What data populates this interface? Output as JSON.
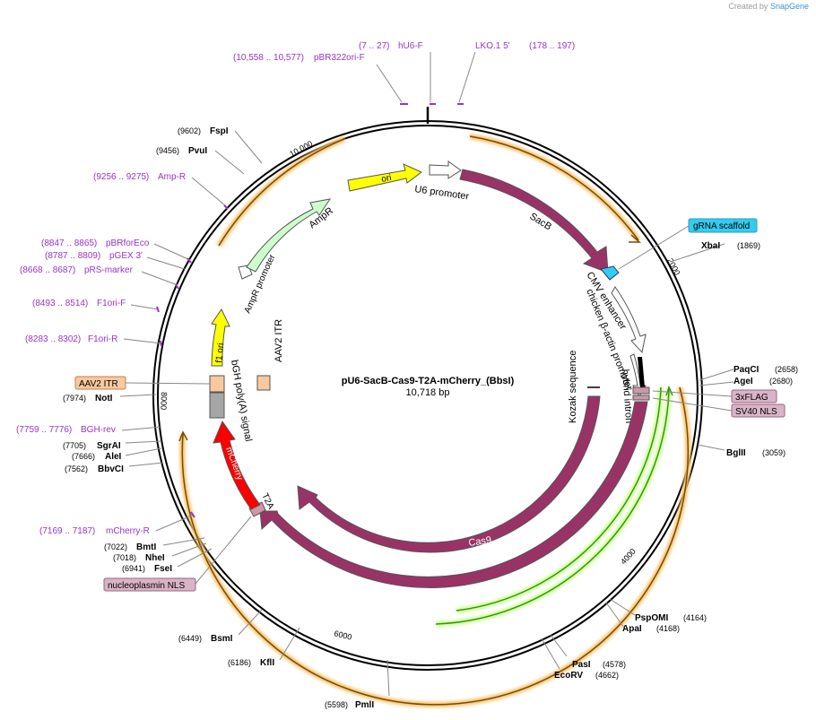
{
  "credit": {
    "prefix": "Created by",
    "brand": "SnapGene"
  },
  "plasmid": {
    "name": "pU6-SacB-Cas9-T2A-mCherry_(BbsI)",
    "size_label": "10,718 bp",
    "length": 10718
  },
  "ruler": [
    {
      "pos": 2000,
      "label": "2000"
    },
    {
      "pos": 4000,
      "label": "4000"
    },
    {
      "pos": 6000,
      "label": "6000"
    },
    {
      "pos": 8000,
      "label": "8000"
    },
    {
      "pos": 10000,
      "label": "10,000"
    }
  ],
  "sites": [
    {
      "name": "XbaI",
      "pos": "(1869)",
      "side": "right"
    },
    {
      "name": "PaqCI",
      "pos": "(2658)",
      "side": "right"
    },
    {
      "name": "AgeI",
      "pos": "(2680)",
      "side": "right"
    },
    {
      "name": "BglII",
      "pos": "(3059)",
      "side": "right"
    },
    {
      "name": "PspOMI",
      "pos": "(4164)",
      "side": "right"
    },
    {
      "name": "ApaI",
      "pos": "(4168)",
      "side": "right"
    },
    {
      "name": "PasI",
      "pos": "(4578)",
      "side": "right"
    },
    {
      "name": "EcoRV",
      "pos": "(4662)",
      "side": "right"
    },
    {
      "name": "PmlI",
      "pos": "(5598)",
      "side": "left"
    },
    {
      "name": "KflI",
      "pos": "(6186)",
      "side": "left"
    },
    {
      "name": "BsmI",
      "pos": "(6449)",
      "side": "left"
    },
    {
      "name": "FseI",
      "pos": "(6941)",
      "side": "left"
    },
    {
      "name": "NheI",
      "pos": "(7018)",
      "side": "left"
    },
    {
      "name": "BmtI",
      "pos": "(7022)",
      "side": "left"
    },
    {
      "name": "BbvCI",
      "pos": "(7562)",
      "side": "left"
    },
    {
      "name": "AleI",
      "pos": "(7666)",
      "side": "left"
    },
    {
      "name": "SgrAI",
      "pos": "(7705)",
      "side": "left"
    },
    {
      "name": "NotI",
      "pos": "(7974)",
      "side": "left"
    },
    {
      "name": "PvuI",
      "pos": "(9456)",
      "side": "left"
    },
    {
      "name": "FspI",
      "pos": "(9602)",
      "side": "left"
    }
  ],
  "primers": [
    {
      "name": "hU6-F",
      "range": "(7 .. 27)"
    },
    {
      "name": "LKO.1 5'",
      "range": "(178 .. 197)"
    },
    {
      "name": "pBR322ori-F",
      "range": "(10,558 .. 10,577)"
    },
    {
      "name": "Amp-R",
      "range": "(9256 .. 9275)"
    },
    {
      "name": "pBRforEco",
      "range": "(8847 .. 8865)"
    },
    {
      "name": "pGEX 3'",
      "range": "(8787 .. 8809)"
    },
    {
      "name": "pRS-marker",
      "range": "(8668 .. 8687)"
    },
    {
      "name": "F1ori-F",
      "range": "(8493 .. 8514)"
    },
    {
      "name": "F1ori-R",
      "range": "(8283 .. 8302)"
    },
    {
      "name": "BGH-rev",
      "range": "(7759 .. 7776)"
    },
    {
      "name": "mCherry-R",
      "range": "(7169 .. 7187)"
    }
  ],
  "boxed_features": [
    {
      "name": "gRNA scaffold",
      "color": "#33ccee"
    },
    {
      "name": "3xFLAG",
      "color": "#d9b3c6"
    },
    {
      "name": "SV40 NLS",
      "color": "#d9b3c6"
    },
    {
      "name": "AAV2 ITR",
      "color": "#f9c89f"
    },
    {
      "name": "nucleoplasmin NLS",
      "color": "#d9b3c6"
    }
  ],
  "features": [
    {
      "name": "ori",
      "color": "#ffff00"
    },
    {
      "name": "U6 promoter",
      "color": "#ffffff"
    },
    {
      "name": "SacB",
      "color": "#993366"
    },
    {
      "name": "CMV enhancer",
      "color": "#ffffff"
    },
    {
      "name": "chicken β-actin promoter",
      "color": "#ffffff"
    },
    {
      "name": "hybrid intron",
      "color": "#000000"
    },
    {
      "name": "Kozak sequence",
      "color": "#ffffff"
    },
    {
      "name": "Cas9",
      "color": "#993366"
    },
    {
      "name": "T2A",
      "color": "#cc99aa"
    },
    {
      "name": "mCherry",
      "color": "#ff0000"
    },
    {
      "name": "bGH poly(A) signal",
      "color": "#a6a6a6"
    },
    {
      "name": "AAV2 ITR",
      "color": "#f9c89f"
    },
    {
      "name": "f1 ori",
      "color": "#ffff00"
    },
    {
      "name": "AmpR promoter",
      "color": "#ffffff"
    },
    {
      "name": "AmpR",
      "color": "#ccffcc"
    }
  ],
  "colors": {
    "primer": "#9933cc",
    "cas9": "#993366",
    "orf_glow": "#f7c26b",
    "green_orf": "#339900"
  }
}
